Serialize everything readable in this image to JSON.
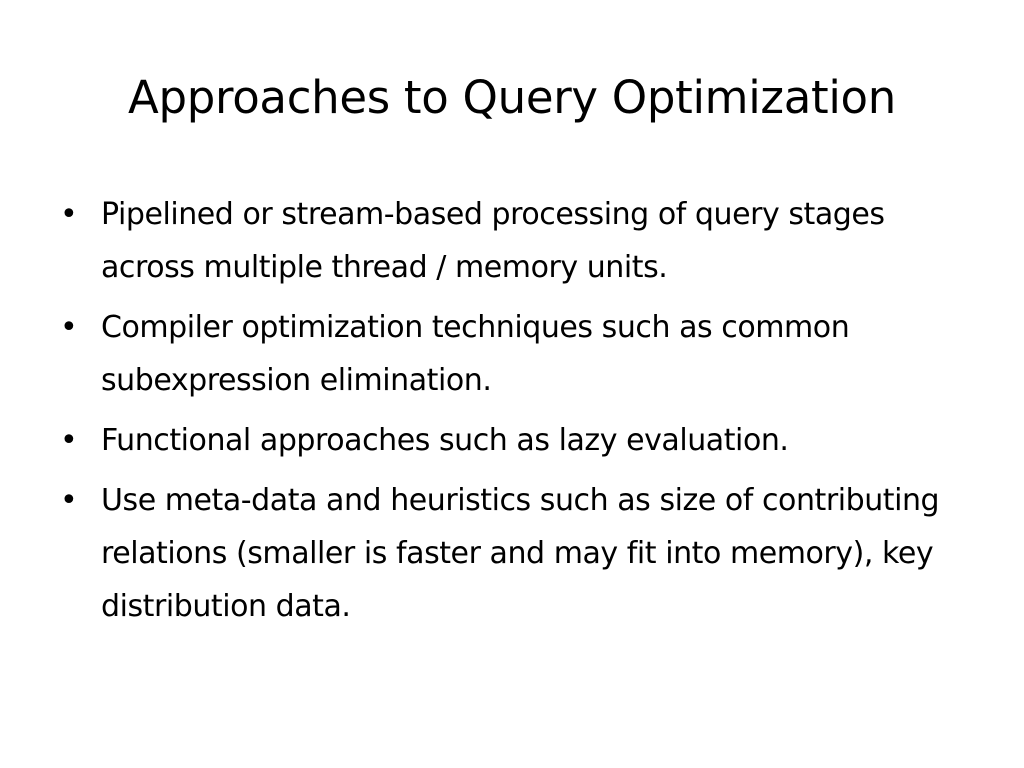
{
  "slide": {
    "title": "Approaches to Query Optimization",
    "bullets": [
      "Pipelined or stream-based processing of query stages across multiple thread / memory units.",
      "Compiler optimization techniques such as common subexpression elimination.",
      "Functional approaches such as lazy evaluation.",
      "Use meta-data and heuristics such as size of contributing relations (smaller is faster and may fit into memory), key distribution data."
    ],
    "bullet_marker": "•"
  }
}
